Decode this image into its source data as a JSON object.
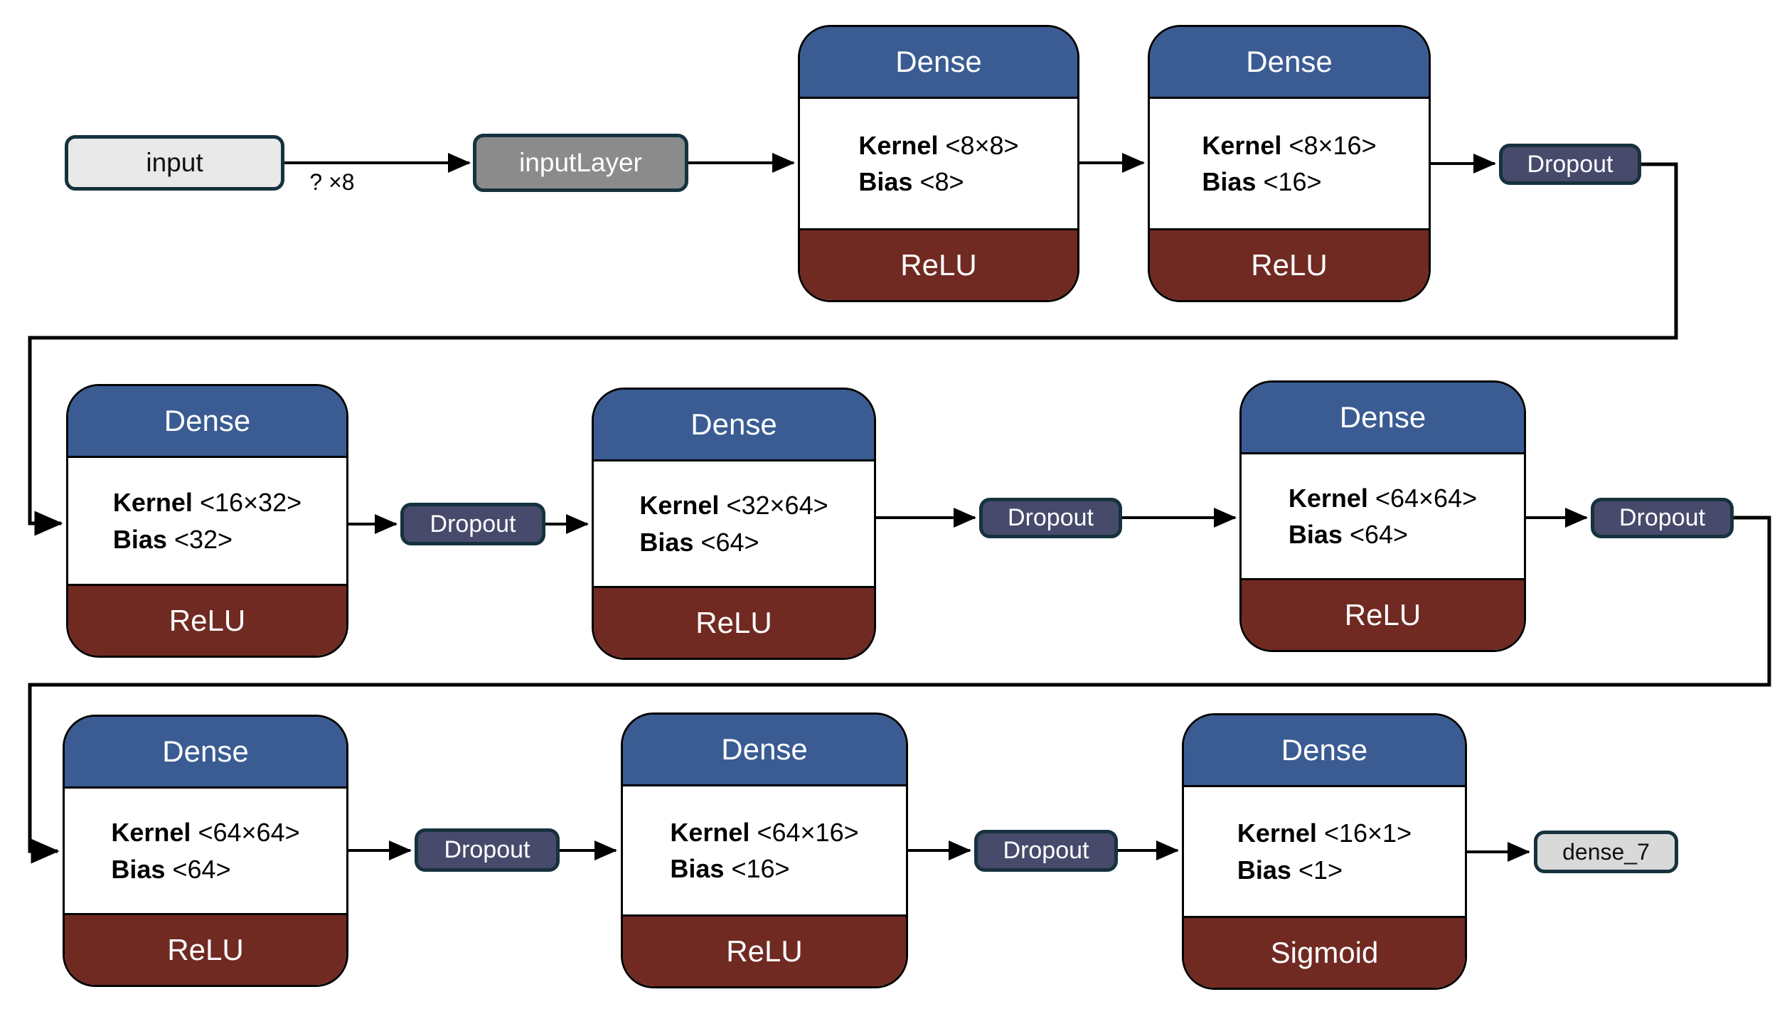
{
  "diagram": {
    "edge_label": "? ×8",
    "colors": {
      "dense_header": "#3A5C93",
      "activation_fill": "#702A22",
      "dropout_fill": "#474A6B",
      "node_border": "#16323E",
      "input_fill": "#E9E9E9",
      "input_layer_fill": "#8B8B8B",
      "output_fill": "#D9D9D9",
      "edge_color": "#000000"
    },
    "input_node": {
      "label": "input"
    },
    "input_layer_node": {
      "label": "inputLayer"
    },
    "output_node": {
      "label": "dense_7"
    },
    "dense_blocks": [
      {
        "title": "Dense",
        "kernel_label": "Kernel",
        "kernel_value": "<8×8>",
        "bias_label": "Bias",
        "bias_value": "<8>",
        "activation": "ReLU"
      },
      {
        "title": "Dense",
        "kernel_label": "Kernel",
        "kernel_value": "<8×16>",
        "bias_label": "Bias",
        "bias_value": "<16>",
        "activation": "ReLU"
      },
      {
        "title": "Dense",
        "kernel_label": "Kernel",
        "kernel_value": "<16×32>",
        "bias_label": "Bias",
        "bias_value": "<32>",
        "activation": "ReLU"
      },
      {
        "title": "Dense",
        "kernel_label": "Kernel",
        "kernel_value": "<32×64>",
        "bias_label": "Bias",
        "bias_value": "<64>",
        "activation": "ReLU"
      },
      {
        "title": "Dense",
        "kernel_label": "Kernel",
        "kernel_value": "<64×64>",
        "bias_label": "Bias",
        "bias_value": "<64>",
        "activation": "ReLU"
      },
      {
        "title": "Dense",
        "kernel_label": "Kernel",
        "kernel_value": "<64×64>",
        "bias_label": "Bias",
        "bias_value": "<64>",
        "activation": "ReLU"
      },
      {
        "title": "Dense",
        "kernel_label": "Kernel",
        "kernel_value": "<64×16>",
        "bias_label": "Bias",
        "bias_value": "<16>",
        "activation": "ReLU"
      },
      {
        "title": "Dense",
        "kernel_label": "Kernel",
        "kernel_value": "<16×1>",
        "bias_label": "Bias",
        "bias_value": "<1>",
        "activation": "Sigmoid"
      }
    ],
    "dropouts": [
      {
        "label": "Dropout"
      },
      {
        "label": "Dropout"
      },
      {
        "label": "Dropout"
      },
      {
        "label": "Dropout"
      },
      {
        "label": "Dropout"
      },
      {
        "label": "Dropout"
      }
    ]
  }
}
